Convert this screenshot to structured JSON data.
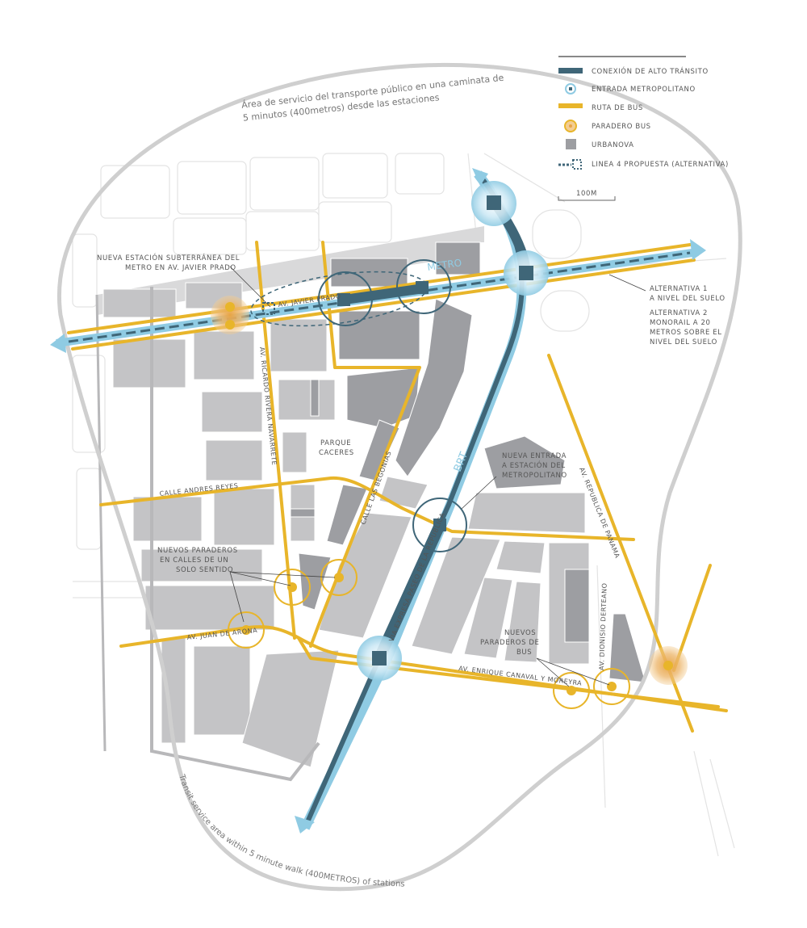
{
  "colors": {
    "high_transit": "#3f6678",
    "metro_light": "#8fcbe3",
    "bus_route": "#e8b52a",
    "bus_stop_glow": "#e8a445",
    "urbanova": "#9d9ea2",
    "walk_area": "#cfcfcf"
  },
  "walk_area_label_es": [
    "Área de servicio del transporte público en una caminata de",
    "5 minutos (400metros) desde las estaciones"
  ],
  "walk_area_label_en": "Transit service area within 5 minute walk (400METROS) of stations",
  "legend": {
    "items": [
      {
        "icon": "high-transit-bar",
        "label": "CONEXIÓN DE ALTO TRÁNSITO"
      },
      {
        "icon": "metro-entrance-circle",
        "label": "ENTRADA METROPOLITANO"
      },
      {
        "icon": "bus-route-bar",
        "label": "RUTA DE BUS"
      },
      {
        "icon": "bus-stop-circle",
        "label": "PARADERO BUS"
      },
      {
        "icon": "urbanova-square",
        "label": "URBANOVA"
      },
      {
        "icon": "dashed-line",
        "label": "LINEA 4 PROPUESTA (ALTERNATIVA)"
      }
    ],
    "scale": "100M"
  },
  "annotations": {
    "metro_station": [
      "NUEVA ESTACIÓN SUBTERRÁNEA DEL",
      "METRO EN AV. JAVIER PRADO"
    ],
    "alt1": [
      "ALTERNATIVA 1",
      "A NIVEL DEL SUELO"
    ],
    "alt2": [
      "ALTERNATIVA 2",
      "MONORAIL A 20",
      "METROS SOBRE EL",
      "NIVEL DEL SUELO"
    ],
    "new_entrance": [
      "NUEVA ENTRADA",
      "A ESTACIÓN DEL",
      "METROPOLITANO"
    ],
    "one_way_stops": [
      "NUEVOS PARADEROS",
      "EN CALLES DE UN",
      "SOLO SENTIDO"
    ],
    "new_stops": [
      "NUEVOS",
      "PARADEROS DE",
      "BUS"
    ],
    "park": [
      "PARQUE",
      "CACERES"
    ]
  },
  "streets": {
    "javier_prado": "AV. JAVIER PRADO",
    "metro": "METRO",
    "brt": "BRT",
    "rivera_navarrete": "AV. RICARDO RIVERA NAVARRETE",
    "andres_reyes": "CALLE ANDRES REYES",
    "begonias": "CALLE LAS BEGONIAS",
    "via_expresa": "VIA EXPRESA PASEO DE LA REPUBLICA",
    "republica_panama": "AV. REPUBLICA DE PANAMA",
    "juan_arona": "AV. JUAN DE ARONA",
    "canaval": "AV. ENRIQUE CANAVAL Y MOREYRA",
    "derteano": "AV. DIONISIO DERTEANO"
  }
}
